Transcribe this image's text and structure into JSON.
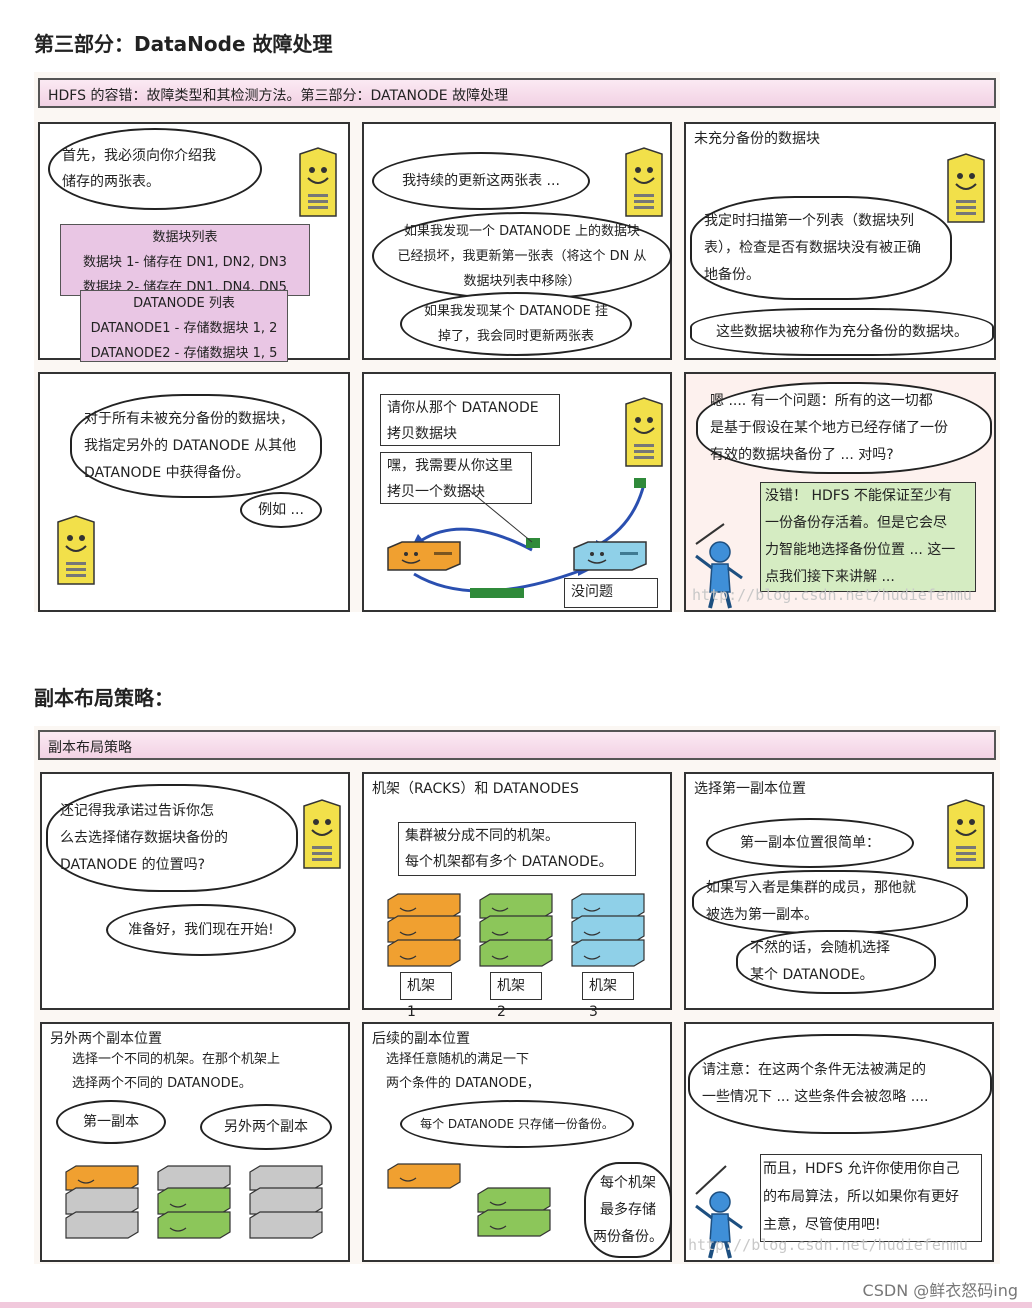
{
  "section1": {
    "title": "第三部分：DataNode 故障处理",
    "banner": "HDFS 的容错：故障类型和其检测方法。第三部分：DATANODE 故障处理",
    "p1": {
      "bubble": "首先，我必须向你介绍我\n储存的两张表。",
      "blocklist_title": "数据块列表",
      "blocklist_rows": [
        "数据块 1- 储存在 DN1, DN2, DN3",
        "数据块 2- 储存在 DN1, DN4, DN5"
      ],
      "dnlist_title": "DATANODE 列表",
      "dnlist_rows": [
        "DATANODE1 - 存储数据块 1, 2",
        "DATANODE2 - 存储数据块 1, 5"
      ]
    },
    "p2": {
      "bubble1": "我持续的更新这两张表 ...",
      "bubble2": "如果我发现一个 DATANODE 上的数据块\n已经损坏，我更新第一张表（将这个 DN 从\n数据块列表中移除）",
      "bubble3": "如果我发现某个 DATANODE 挂\n掉了，我会同时更新两张表"
    },
    "p3": {
      "title": "未充分备份的数据块",
      "bubble": "我定时扫描第一个列表（数据块列\n表），检查是否有数据块没有被正确\n地备份。",
      "caption": "这些数据块被称作为充分备份的数据块。"
    },
    "p4": {
      "bubble": "对于所有未被充分备份的数据块，\n我指定另外的 DATANODE 从其他\nDATANODE 中获得备份。",
      "example": "例如 ..."
    },
    "p5": {
      "box1": "请你从那个 DATANODE\n拷贝数据块",
      "box2": "嘿，我需要从你这里\n拷贝一个数据块",
      "box3": "没问题"
    },
    "p6": {
      "bubble": "嗯 .... 有一个问题：所有的这一切都\n是基于假设在某个地方已经存储了一份\n有效的数据块备份了 ... 对吗?",
      "answer": "没错！ HDFS 不能保证至少有\n一份备份存活着。但是它会尽\n力智能地选择备份位置 ... 这一\n点我们接下来讲解 ..."
    }
  },
  "section2": {
    "title": "副本布局策略：",
    "banner": "副本布局策略",
    "p1": {
      "bubble": "还记得我承诺过告诉你怎\n么去选择储存数据块备份的\nDATANODE 的位置吗?",
      "bubble2": "准备好，我们现在开始!"
    },
    "p2": {
      "title": "机架（RACKS）和 DATANODES",
      "box": "集群被分成不同的机架。\n每个机架都有多个 DATANODE。",
      "racks": [
        "机架 1",
        "机架 2",
        "机架 3"
      ]
    },
    "p3": {
      "title": "选择第一副本位置",
      "bubble1": "第一副本位置很简单：",
      "bubble2": "如果写入者是集群的成员，那他就\n被选为第一副本。",
      "bubble3": "不然的话，会随机选择\n某个 DATANODE。"
    },
    "p4": {
      "title": "另外两个副本位置",
      "text": "选择一个不同的机架。在那个机架上\n选择两个不同的 DATANODE。",
      "bubble1": "第一副本",
      "bubble2": "另外两个副本"
    },
    "p5": {
      "title": "后续的副本位置",
      "text": "选择任意随机的满足一下\n两个条件的 DATANODE，",
      "bubble1": "每个 DATANODE 只存储一份备份。",
      "bubble2": "每个机架\n最多存储\n两份备份。"
    },
    "p6": {
      "bubble": "请注意：在这两个条件无法被满足的\n一些情况下 ... 这些条件会被忽略 ....",
      "box": "而且，HDFS 允许你使用你自己\n的布局算法，所以如果你有更好\n主意，尽管使用吧!"
    }
  },
  "watermark": "http://blog.csdn.net/hudiefenmu",
  "footer": "CSDN @鲜衣怒码ing",
  "colors": {
    "orange": "#f0a030",
    "green": "#8cc65a",
    "blue": "#8fd0e8",
    "gray": "#c8c8c8",
    "pink": "#e9c6e4",
    "namenode": "#f2e04a"
  },
  "icons": [
    "namenode-server-icon",
    "datanode-icon",
    "client-person-icon"
  ]
}
